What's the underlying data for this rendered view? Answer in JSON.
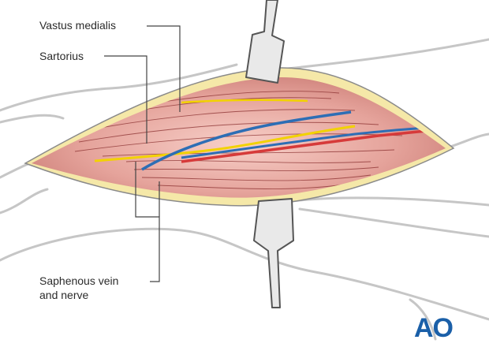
{
  "labels": {
    "vastus_medialis": "Vastus medialis",
    "sartorius": "Sartorius",
    "saphenous_line1": "Saphenous vein",
    "saphenous_line2": "and nerve"
  },
  "logo": {
    "text": "AO"
  },
  "colors": {
    "skin_outline": "#c8c8c8",
    "fat": "#f5e8a8",
    "muscle": "#e8a7a0",
    "muscle_fiber": "#7a2a2a",
    "vein": "#2d6eb5",
    "artery": "#d63a3a",
    "nerve": "#f2d200",
    "retractor": "#e9e9e9",
    "logo": "#1a5fa8"
  },
  "icons": {
    "retractor_top": "retractor-icon",
    "retractor_bottom": "retractor-icon"
  }
}
